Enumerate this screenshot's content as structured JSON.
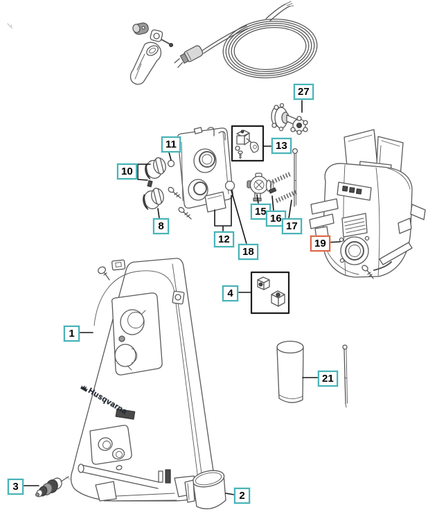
{
  "diagram": {
    "kind": "exploded-parts-diagram",
    "brand_logo": {
      "icon": "husqvarna-crown-icon",
      "text": "Husqvarna"
    },
    "colors": {
      "background": "#ffffff",
      "label_border": "#49b3b8",
      "label_border_highlight": "#dd6a4b",
      "label_text": "#000000",
      "leader_line": "#141414",
      "artwork_line": "#585858"
    },
    "labels": [
      {
        "id": "1",
        "text": "1",
        "highlighted": false
      },
      {
        "id": "2",
        "text": "2",
        "highlighted": false
      },
      {
        "id": "3",
        "text": "3",
        "highlighted": false
      },
      {
        "id": "4",
        "text": "4",
        "highlighted": false
      },
      {
        "id": "8",
        "text": "8",
        "highlighted": false
      },
      {
        "id": "10",
        "text": "10",
        "highlighted": false
      },
      {
        "id": "11",
        "text": "11",
        "highlighted": false
      },
      {
        "id": "12",
        "text": "12",
        "highlighted": false
      },
      {
        "id": "13",
        "text": "13",
        "highlighted": false
      },
      {
        "id": "15",
        "text": "15",
        "highlighted": false
      },
      {
        "id": "16",
        "text": "16",
        "highlighted": false
      },
      {
        "id": "17",
        "text": "17",
        "highlighted": false
      },
      {
        "id": "18",
        "text": "18",
        "highlighted": false
      },
      {
        "id": "19",
        "text": "19",
        "highlighted": true
      },
      {
        "id": "21",
        "text": "21",
        "highlighted": false
      },
      {
        "id": "27",
        "text": "27",
        "highlighted": false
      }
    ]
  }
}
